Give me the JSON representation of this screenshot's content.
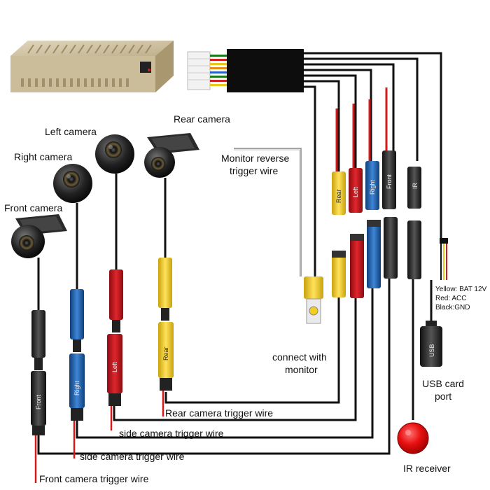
{
  "cameras": {
    "front": "Front camera",
    "right": "Right camera",
    "left": "Left camera",
    "rear": "Rear camera"
  },
  "monitor_wire": [
    "Monitor reverse",
    "trigger wire"
  ],
  "connect_monitor": [
    "connect with",
    "monitor"
  ],
  "usb": [
    "USB card",
    "port"
  ],
  "ir_receiver": "IR receiver",
  "power_notes": [
    "Yellow: BAT 12V",
    "Red: ACC",
    "Black:GND"
  ],
  "trigger_wires": {
    "rear": "Rear camera trigger wire",
    "side1": "side camera trigger wire",
    "side2": "side camera trigger wire",
    "front": "Front camera trigger wire"
  },
  "connector_labels": {
    "rear": "Rear",
    "left": "Left",
    "right": "Right",
    "front": "Front",
    "ir": "IR",
    "usb": "USB"
  },
  "colors": {
    "yellow": "#f2cf1f",
    "red": "#c8161d",
    "blue": "#1c63b7",
    "black": "#2a2a2a",
    "box": "#cfc2a1",
    "ir_red": "#e81010"
  }
}
